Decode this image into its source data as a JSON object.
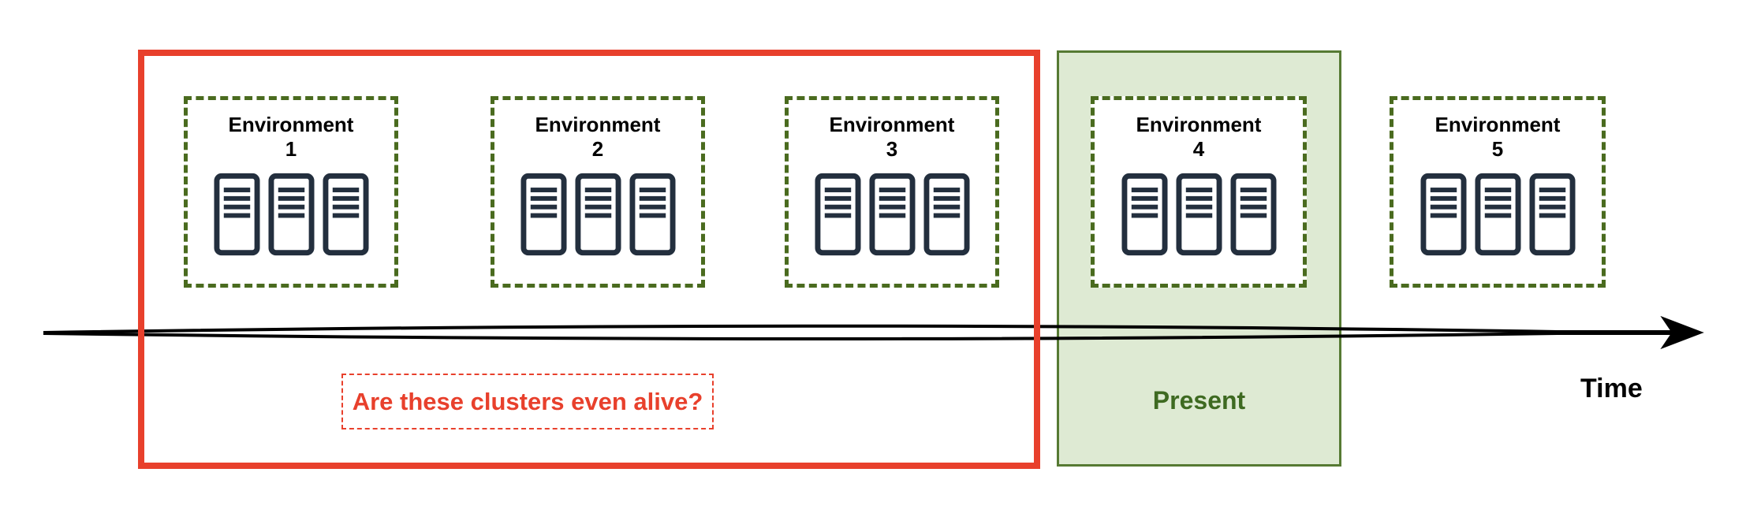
{
  "environments": [
    {
      "name": "Environment",
      "number": "1",
      "server_count": 3
    },
    {
      "name": "Environment",
      "number": "2",
      "server_count": 3
    },
    {
      "name": "Environment",
      "number": "3",
      "server_count": 3
    },
    {
      "name": "Environment",
      "number": "4",
      "server_count": 3
    },
    {
      "name": "Environment",
      "number": "5",
      "server_count": 3
    }
  ],
  "past_region": {
    "question": "Are these clusters even alive?"
  },
  "present_region": {
    "label": "Present"
  },
  "timeline": {
    "axis_label": "Time"
  },
  "icons": {
    "server": "server-rack-icon"
  },
  "colors": {
    "alert_red": "#E8402C",
    "environment_dash_green": "#4A6B1F",
    "present_fill": "#DEEAD3",
    "present_border": "#567A33",
    "present_text": "#3E6A21",
    "server_icon_navy": "#232F3E",
    "timeline_black": "#000000"
  }
}
